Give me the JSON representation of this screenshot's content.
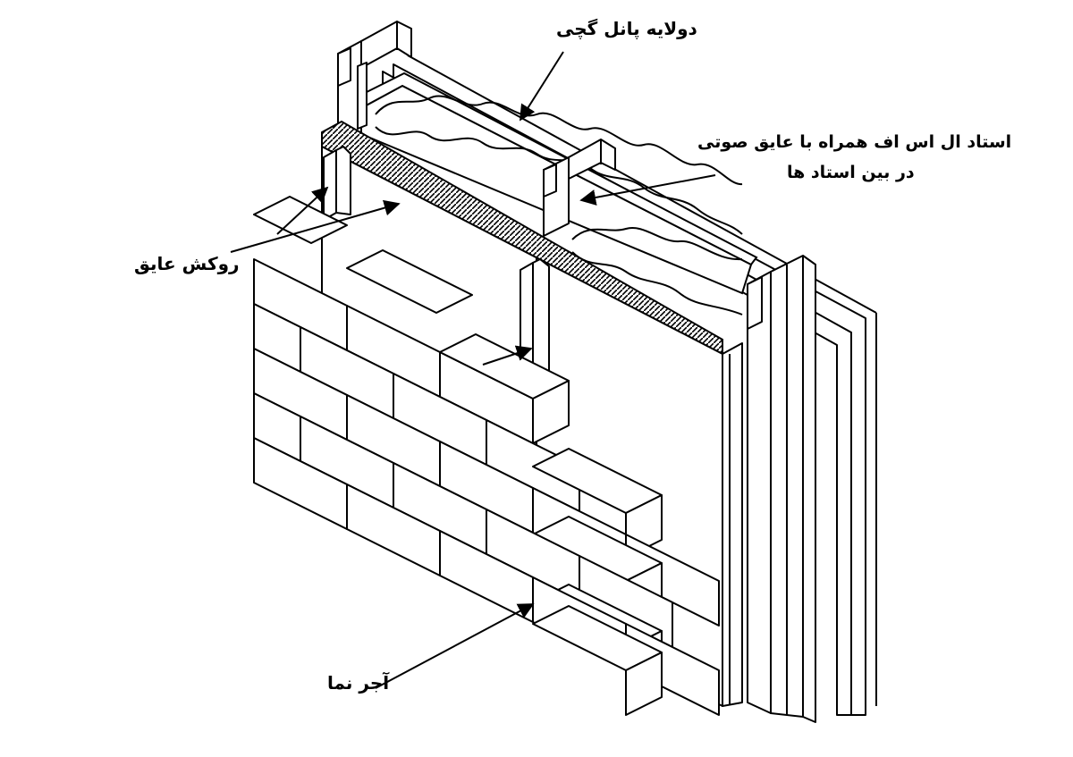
{
  "labels": {
    "drywall": "دولایه پانل گچی",
    "lsf_line1": "استاد ال اس اف  همراه با عایق صوتی",
    "lsf_line2": "در بین استاد ها",
    "insulation_cover": "روکش عایق",
    "facade_brick": "آجر نما"
  },
  "colors": {
    "stroke": "#000000",
    "background": "#ffffff",
    "insulation_strip": "#2b2b2b"
  }
}
